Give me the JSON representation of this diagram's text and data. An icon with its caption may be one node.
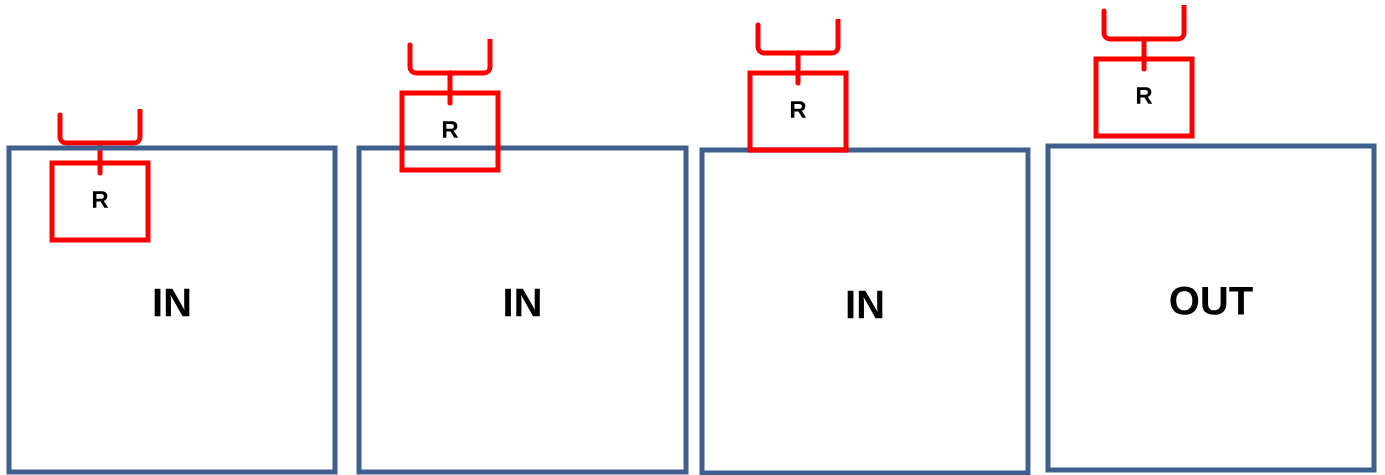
{
  "diagram": {
    "nodes": [
      {
        "text": [
          "IN"
        ]
      },
      {
        "text": [
          "R"
        ],
        "in": 0
      },
      {
        "text": [
          "IN"
        ]
      },
      {
        "text": [
          "R"
        ]
      },
      {
        "text": [
          "IN"
        ]
      },
      {
        "text": [
          "R"
        ]
      },
      {
        "text": [
          "OUT"
        ]
      },
      {
        "text": [
          "R"
        ]
      }
    ]
  }
}
